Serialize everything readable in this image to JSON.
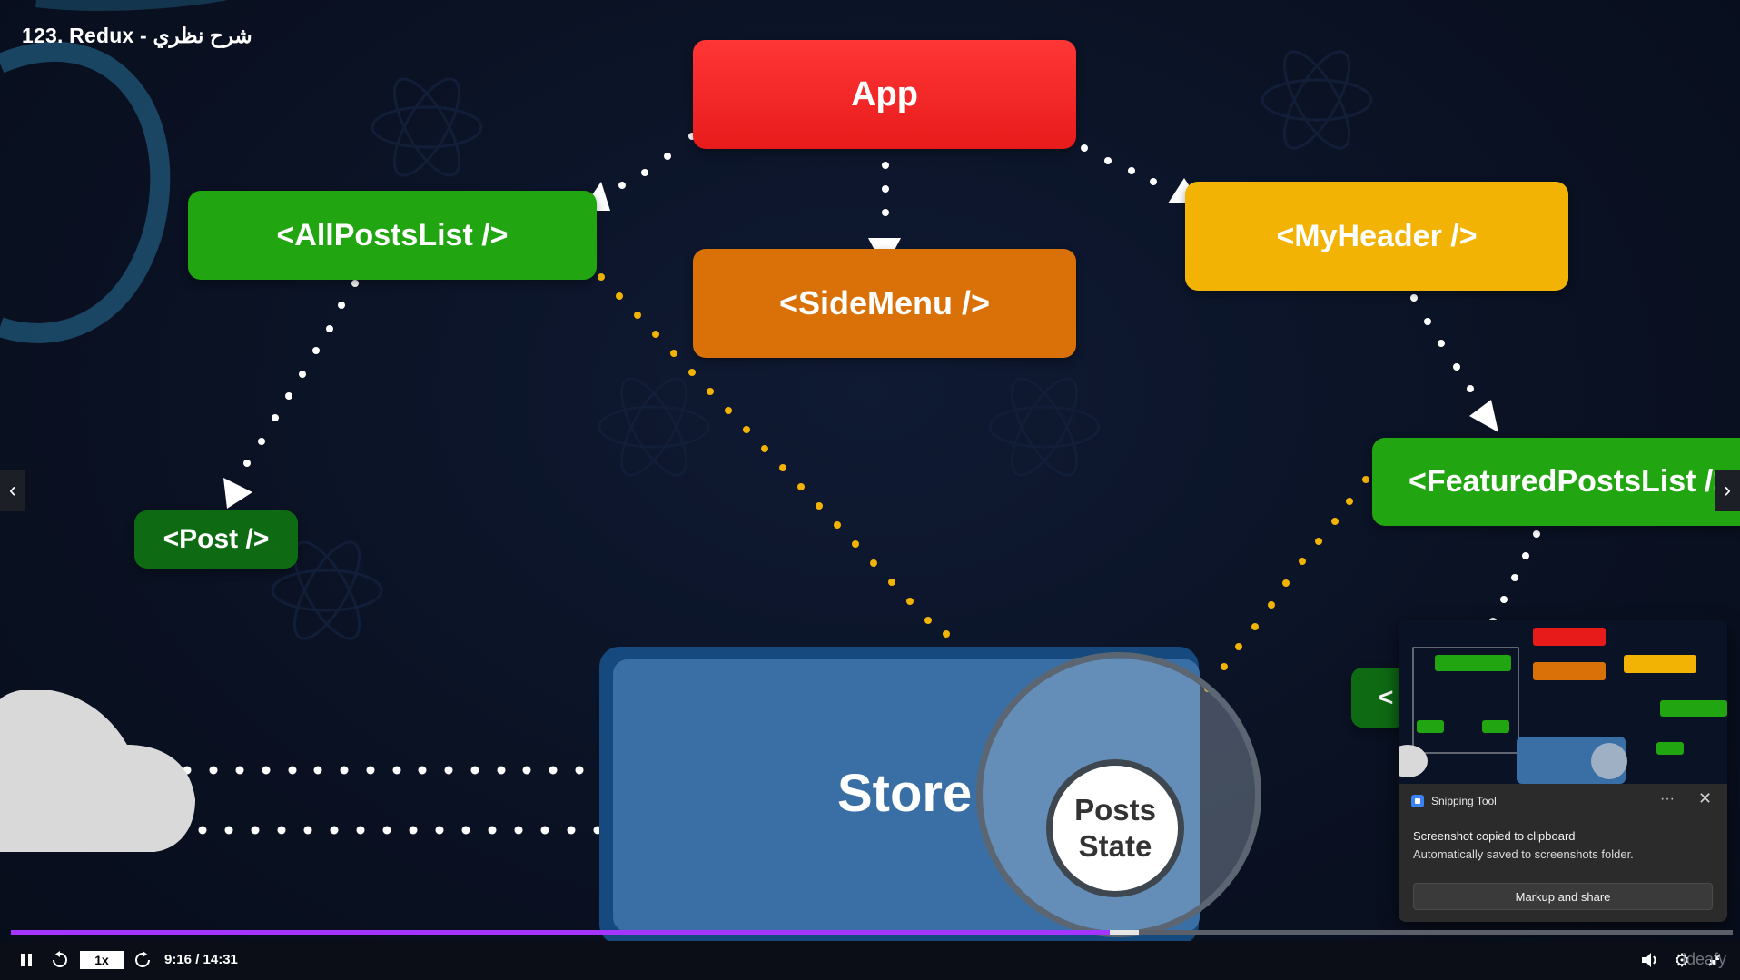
{
  "video": {
    "title": "123. Redux - شرح نظري",
    "current_time": "9:16",
    "duration": "14:31",
    "time_display": "9:16 / 14:31",
    "speed": "1x",
    "progress_played": 0.638,
    "progress_buffered": 0.655,
    "watermark": "Ideafy"
  },
  "diagram": {
    "app": "App",
    "side_menu": "<SideMenu />",
    "all_posts_list": "<AllPostsList />",
    "my_header": "<MyHeader />",
    "featured_posts_list": "<FeaturedPostsList />",
    "post": "<Post />",
    "partial_node": "<",
    "store": "Store",
    "posts_state_line1": "Posts",
    "posts_state_line2": "State"
  },
  "controls": {
    "play_pause_icon": "pause-icon",
    "rewind_icon": "rewind-icon",
    "forward_icon": "forward-icon",
    "volume_icon": "volume-icon",
    "settings_icon": "gear-icon",
    "fullscreen_icon": "exit-fullscreen-icon",
    "prev_icon": "chevron-left-icon",
    "next_icon": "chevron-right-icon"
  },
  "snipping_tool": {
    "app_name": "Snipping Tool",
    "message_title": "Screenshot copied to clipboard",
    "message_body": "Automatically saved to screenshots folder.",
    "action_button": "Markup and share",
    "more_label": "···",
    "close_label": "✕"
  },
  "colors": {
    "app": "#e81b1b",
    "side_menu": "#d97108",
    "component_green": "#21a612",
    "my_header": "#f2b305",
    "post_green": "#0e6b14",
    "store": "#3a6fa6",
    "progress": "#a434ff",
    "dots_white": "#ffffff",
    "dots_yellow": "#f2b305"
  }
}
